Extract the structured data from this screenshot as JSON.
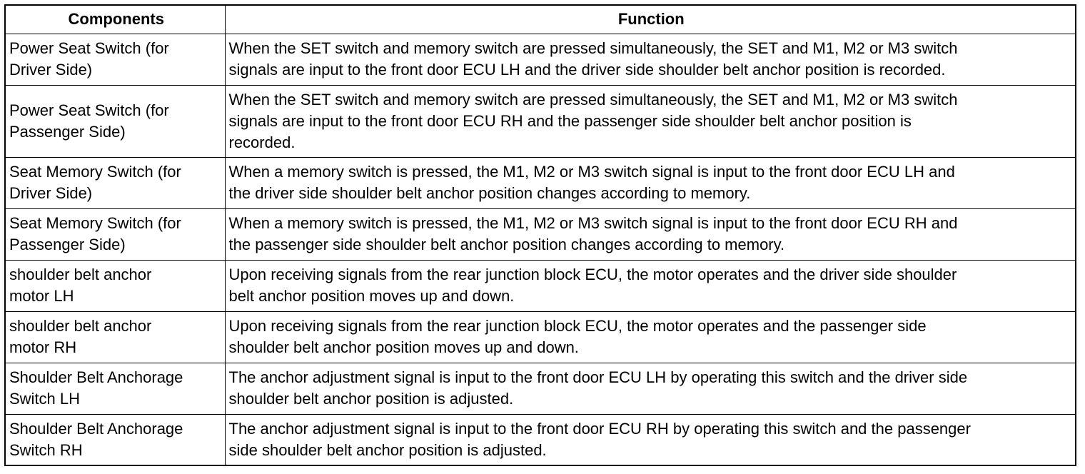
{
  "table": {
    "headers": [
      "Components",
      "Function"
    ],
    "rows": [
      {
        "component": [
          "Power Seat Switch (for",
          "Driver Side)"
        ],
        "function": [
          "When the SET switch and memory switch are pressed simultaneously, the SET and M1, M2 or M3 switch",
          "signals are input to the front door ECU LH and the driver side shoulder belt anchor position is recorded."
        ]
      },
      {
        "component": [
          "Power Seat Switch (for",
          "Passenger Side)"
        ],
        "function": [
          "When the SET switch and memory switch are pressed simultaneously, the SET and M1, M2 or M3 switch",
          "signals are input to the front door ECU RH and the passenger side shoulder belt anchor position is",
          "recorded."
        ]
      },
      {
        "component": [
          "Seat Memory Switch (for",
          "Driver Side)"
        ],
        "function": [
          "When a memory switch is pressed, the M1, M2 or M3 switch signal is input to the front door ECU LH and",
          "the driver side shoulder belt anchor position changes according to memory."
        ]
      },
      {
        "component": [
          "Seat Memory Switch (for",
          "Passenger Side)"
        ],
        "function": [
          "When a memory switch is pressed, the M1, M2 or M3 switch signal is input to the front door ECU RH and",
          "the passenger side shoulder belt anchor position changes according to memory."
        ]
      },
      {
        "component": [
          "shoulder belt anchor",
          "motor LH"
        ],
        "function": [
          "Upon receiving signals from the rear junction block ECU, the motor operates and the driver side shoulder",
          "belt anchor position moves up and down."
        ]
      },
      {
        "component": [
          "shoulder belt anchor",
          "motor RH"
        ],
        "function": [
          "Upon receiving signals from the rear junction block ECU, the motor operates and the passenger side",
          "shoulder belt anchor position moves up and down."
        ]
      },
      {
        "component": [
          "Shoulder Belt Anchorage",
          "Switch LH"
        ],
        "function": [
          "The anchor adjustment signal is input to the front door ECU LH by operating this switch and the driver side",
          "shoulder belt anchor position is adjusted."
        ]
      },
      {
        "component": [
          "Shoulder Belt Anchorage",
          "Switch RH"
        ],
        "function": [
          "The anchor adjustment signal is input to the front door ECU RH by operating this switch and the passenger",
          "side shoulder belt anchor position is adjusted."
        ]
      }
    ]
  }
}
